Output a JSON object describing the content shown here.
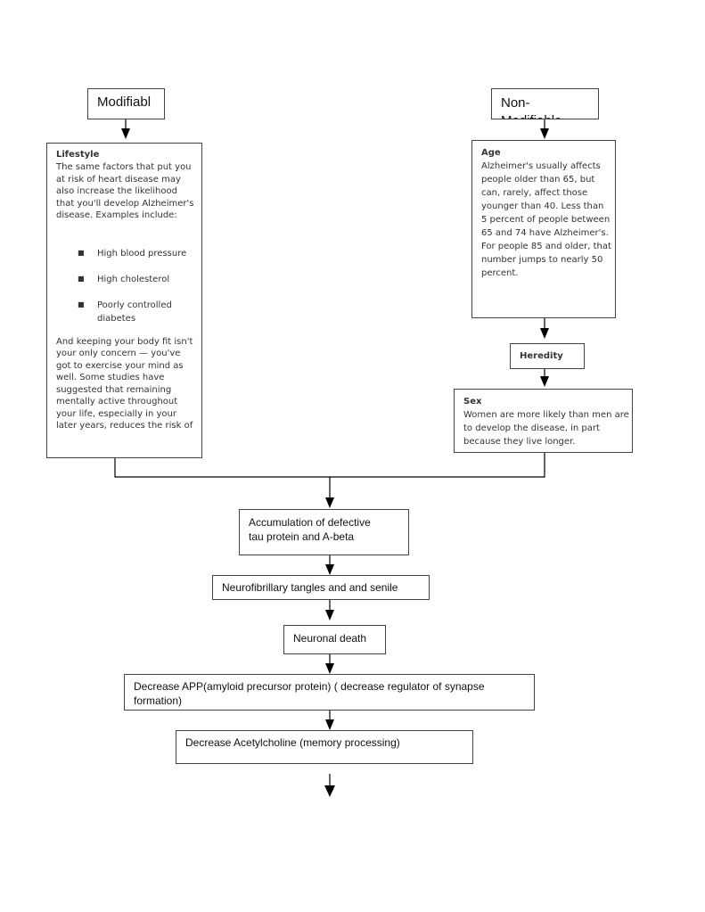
{
  "headers": {
    "modifiable": "Modifiabl",
    "non_modifiable": "Non-\nModifiable"
  },
  "lifestyle": {
    "title": "Lifestyle",
    "intro": "The same factors that put you at risk of heart disease may also increase the likelihood that you'll develop Alzheimer's disease. Examples include:",
    "bullets": [
      "High blood pressure",
      "High cholesterol",
      "Poorly controlled diabetes"
    ],
    "outro": "And keeping your body fit isn't your only concern — you've got to exercise your mind as well. Some studies have suggested that remaining mentally active throughout your life, especially in your later years, reduces the risk of"
  },
  "age": {
    "title": "Age",
    "text": "Alzheimer's usually affects people older than 65, but can, rarely, affect those younger than 40. Less than 5 percent of people between 65 and 74 have Alzheimer's. For people 85 and older, that number jumps to nearly 50 percent."
  },
  "heredity": {
    "title": "Heredity"
  },
  "sex": {
    "title": "Sex",
    "text": "Women are more likely than men are to develop the disease, in part because they live longer."
  },
  "steps": {
    "accumulation": "Accumulation of defective\ntau protein and A-beta",
    "tangles": "Neurofibrillary tangles and and senile",
    "neuronal": "Neuronal death",
    "app": "Decrease APP(amyloid precursor protein) ( decrease regulator of synapse formation)",
    "ach": "Decrease Acetylcholine (memory processing)"
  }
}
